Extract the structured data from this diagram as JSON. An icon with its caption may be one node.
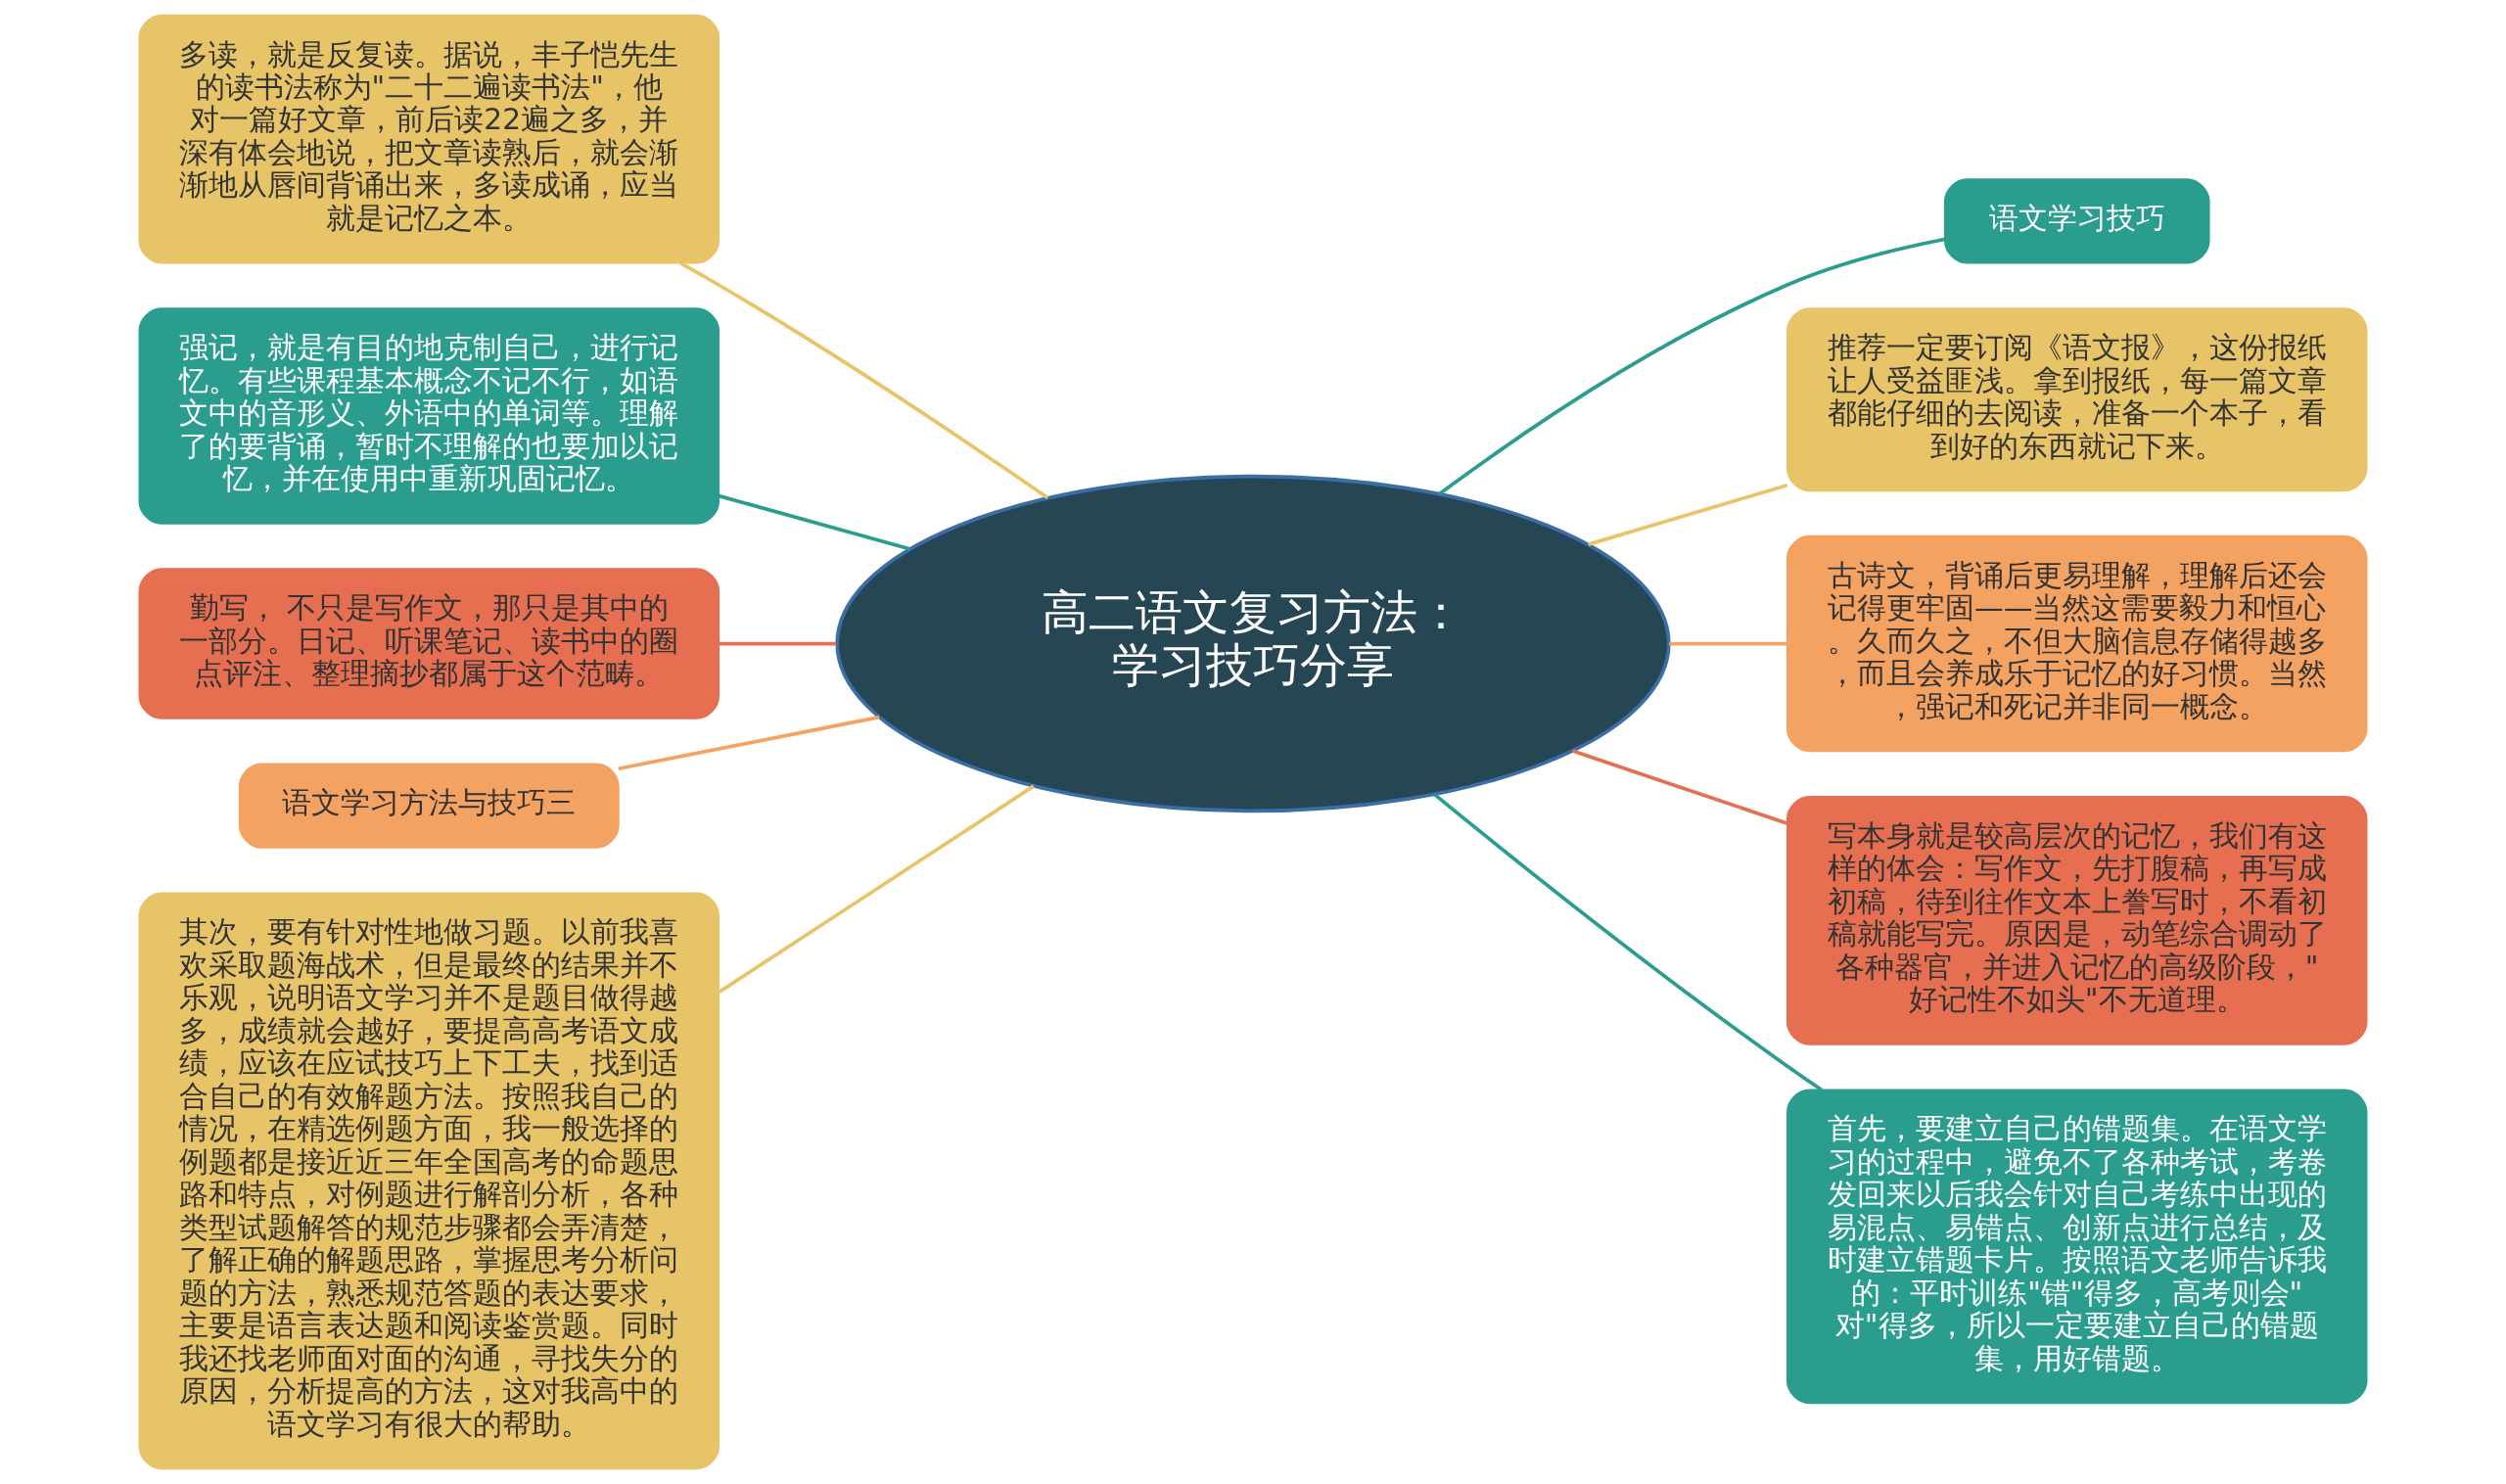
{
  "diagram": {
    "nodes": [
      {
        "text": [
          "高二语文复习方法：学习技巧分享"
        ]
      },
      {
        "text": [
          "多读，就是反复读。据说，丰子恺先生的读书法称为\"二十二遍读书法\"，他对一篇好文章，前后读22遍之多，并深有体会地说，把文章读熟后，就会渐渐地从唇间背诵出来，多读成诵，应当就是记忆之本。"
        ]
      },
      {
        "text": [
          "强记，就是有目的地克制自己，进行记忆。有些课程基本概念不记不行，如语文中的音形义、外语中的单词等。理解了的要背诵，暂时不理解的也要加以记忆，并在使用中重新巩固记忆。"
        ]
      },
      {
        "text": [
          "勤写， 不只是写作文，那只是其中的一部分。日记、听课笔记、读书中的圈点评注、整理摘抄都属于这个范畴。"
        ]
      },
      {
        "text": [
          "语文学习方法与技巧三"
        ]
      },
      {
        "text": [
          "其次，要有针对性地做习题。以前我喜欢采取题海战术，但是最终的结果并不乐观，说明语文学习并不是题目做得越多，成绩就会越好，要提高高考语文成绩，应该在应试技巧上下工夫，找到适合自己的有效解题方法。按照我自己的情况，在精选例题方面，我一般选择的例题都是接近近三年全国高考的命题思路和特点，对例题进行解剖分析，各种类型试题解答的规范步骤都会弄清楚，了解正确的解题思路，掌握思考分析问题的方法，熟悉规范答题的表达要求，主要是语言表达题和阅读鉴赏题。同时我还找老师面对面的沟通，寻找失分的原因，分析提高的方法，这对我高中的语文学习有很大的帮助。"
        ]
      },
      {
        "text": [
          "语文学习技巧"
        ]
      },
      {
        "text": [
          "推荐一定要订阅《语文报》，这份报纸让人受益匪浅。拿到报纸，每一篇文章都能仔细的去阅读，准备一个本子，看到好的东西就记下来。"
        ]
      },
      {
        "text": [
          "古诗文，背诵后更易理解，理解后还会记得更牢固——当然这需要毅力和恒心。久而久之，不但大脑信息存储得越多，而且会养成乐于记忆的好习惯。当然，强记和死记并非同一概念。"
        ]
      },
      {
        "text": [
          "写本身就是较高层次的记忆，我们有这样的体会：写作文，先打腹稿，再写成初稿，待到往作文本上誊写时，不看初稿就能写完。原因是，动笔综合调动了各种器官，并进入记忆的高级阶段，\"好记性不如头\"不无道理。"
        ]
      },
      {
        "text": [
          "首先，要建立自己的错题集。在语文学习的过程中，避免不了各种考试，考卷发回来以后我会针对自己考练中出现的易混点、易错点、创新点进行总结，及时建立错题卡片。按照语文老师告诉我的：平时训练\"错\"得多，高考则会\"对\"得多，所以一定要建立自己的错题集，用好错题。"
        ]
      }
    ],
    "edges": [
      {
        "from": 0,
        "to": 1,
        "arrow": "none",
        "color": "#e8c468"
      },
      {
        "from": 0,
        "to": 2,
        "arrow": "none",
        "color": "#2a9d8f"
      },
      {
        "from": 0,
        "to": 3,
        "arrow": "none",
        "color": "#e76f51"
      },
      {
        "from": 0,
        "to": 4,
        "arrow": "none",
        "color": "#f4a261"
      },
      {
        "from": 0,
        "to": 5,
        "arrow": "none",
        "color": "#e8c468"
      },
      {
        "from": 0,
        "to": 6,
        "arrow": "none",
        "color": "#2a9d8f"
      },
      {
        "from": 0,
        "to": 7,
        "arrow": "none",
        "color": "#e8c468"
      },
      {
        "from": 0,
        "to": 8,
        "arrow": "none",
        "color": "#f4a261"
      },
      {
        "from": 0,
        "to": 9,
        "arrow": "none",
        "color": "#e76f51"
      },
      {
        "from": 0,
        "to": 10,
        "arrow": "none",
        "color": "#2a9d8f"
      }
    ]
  }
}
